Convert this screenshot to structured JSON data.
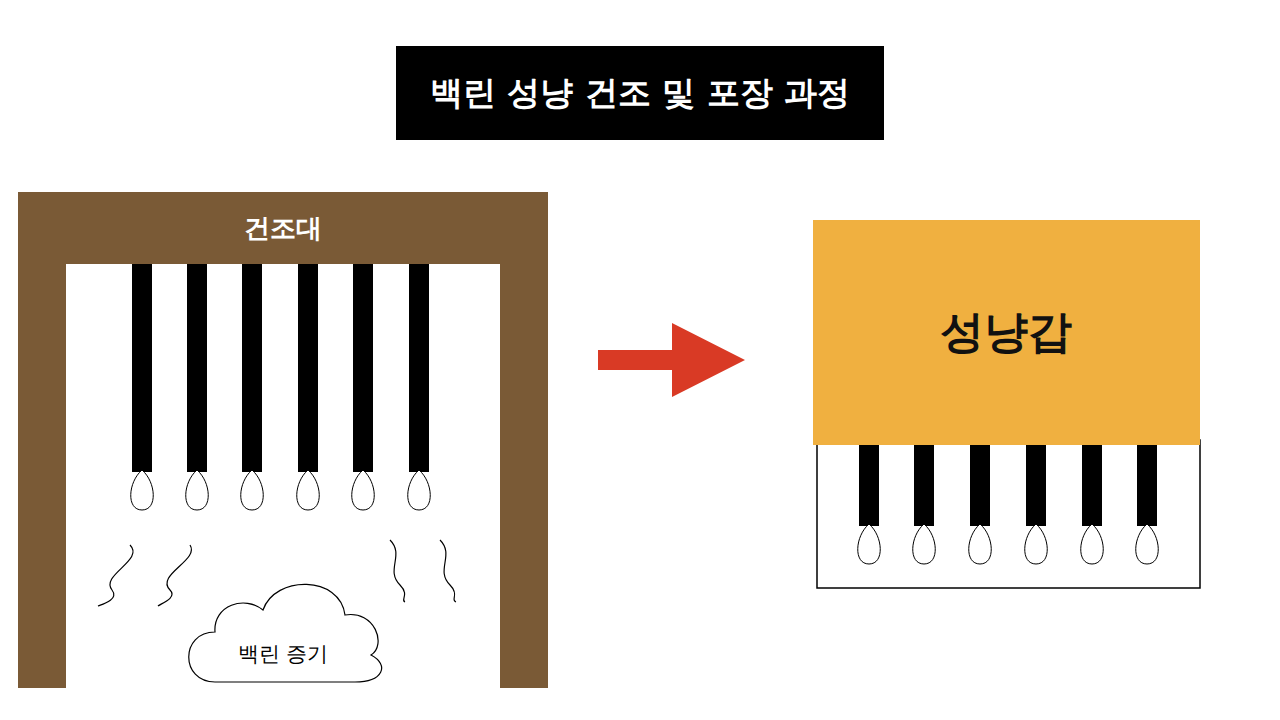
{
  "diagram": {
    "title": "백린 성냥 건조 및 포장 과정",
    "nodes": [
      {
        "text": [
          "건조대"
        ]
      },
      {
        "text": [
          "백린 증기"
        ],
        "in": 0
      },
      {
        "text": [
          "성냥갑"
        ]
      }
    ],
    "edges": [
      {
        "from": 0,
        "to": 2,
        "arrow": "to"
      }
    ]
  }
}
